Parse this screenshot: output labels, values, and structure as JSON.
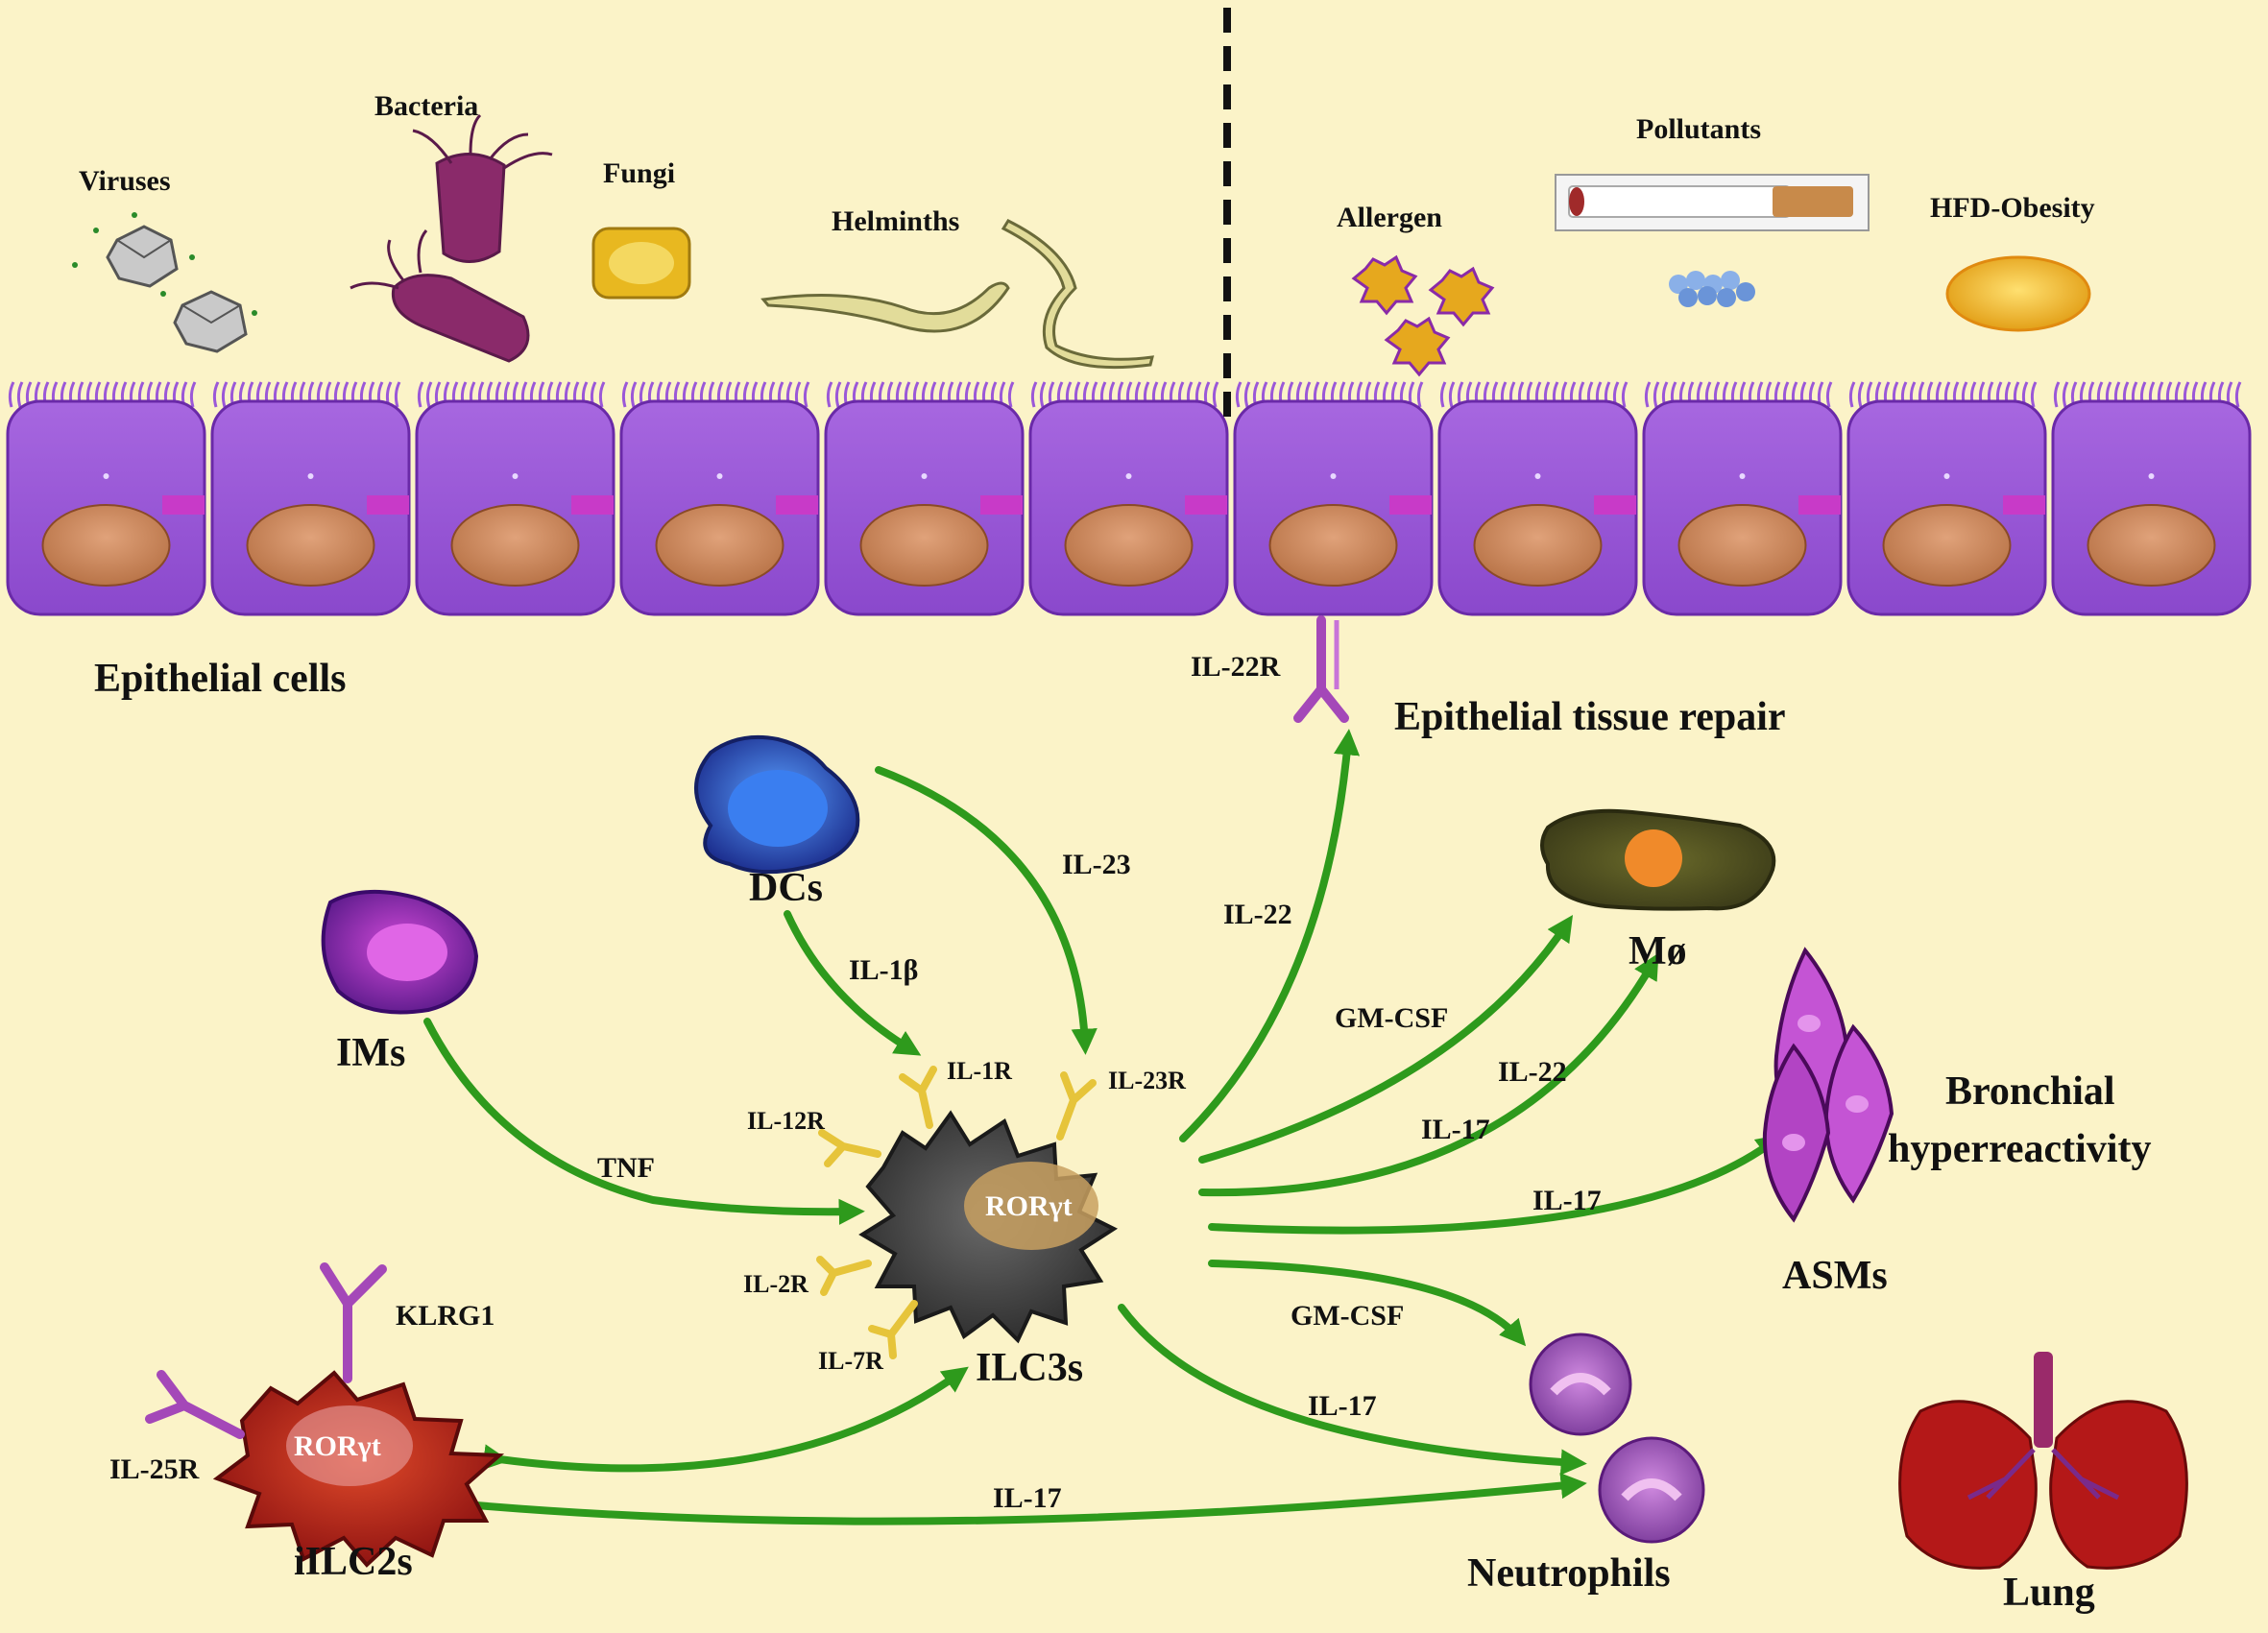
{
  "top_left_triggers": {
    "viruses": "Viruses",
    "bacteria": "Bacteria",
    "fungi": "Fungi",
    "helminths": "Helminths"
  },
  "top_right_triggers": {
    "allergen": "Allergen",
    "pollutants": "Pollutants",
    "hfd_obesity": "HFD-Obesity"
  },
  "epithelium": {
    "label": "Epithelial cells",
    "receptor": "IL-22R",
    "repair": "Epithelial tissue repair"
  },
  "cells": {
    "dcs": "DCs",
    "ims": "IMs",
    "ilc3s": "ILC3s",
    "ilc3_core": "RORγt",
    "iilc2s": "iILC2s",
    "iilc2_core": "RORγt",
    "mo": "Mø",
    "asms": "ASMs",
    "bronchial_1": "Bronchial",
    "bronchial_2": "hyperreactivity",
    "neutrophils": "Neutrophils",
    "lung": "Lung"
  },
  "receptors": {
    "il1r": "IL-1R",
    "il23r": "IL-23R",
    "il12r": "IL-12R",
    "il2r": "IL-2R",
    "il7r": "IL-7R",
    "klrg1": "KLRG1",
    "il25r": "IL-25R"
  },
  "cytokines": {
    "il23": "IL-23",
    "il1b": "IL-1β",
    "tnf": "TNF",
    "il22_up": "IL-22",
    "gmcsf_mo": "GM-CSF",
    "il22_mo": "IL-22",
    "il17_mo": "IL-17",
    "il17_asm": "IL-17",
    "gmcsf_neut": "GM-CSF",
    "il17_neut": "IL-17",
    "il17_ilc2": "IL-17"
  },
  "colors": {
    "background": "#fbf3c8",
    "arrow_green": "#2e9a1c",
    "epithelium_purple": "#9b58d8",
    "nucleus_orange": "#c8875a",
    "junction_magenta": "#c83ac8"
  }
}
